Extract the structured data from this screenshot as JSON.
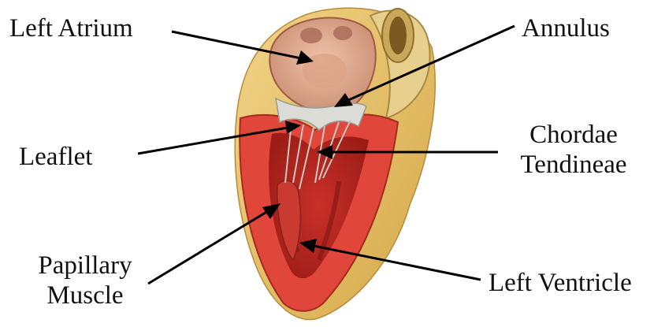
{
  "labels": {
    "left_atrium": "Left Atrium",
    "annulus": "Annulus",
    "leaflet": "Leaflet",
    "chordae_line1": "Chordae",
    "chordae_line2": "Tendineae",
    "papillary_line1": "Papillary",
    "papillary_line2": "Muscle",
    "left_ventricle": "Left Ventricle"
  },
  "colors": {
    "background": "#ffffff",
    "text": "#111111",
    "arrow": "#000000",
    "myocardium": "#e0463a",
    "myocardium_light": "#f0836f",
    "cavity": "#b8251c",
    "atrium": "#e8b49a",
    "fat": "#e9c46a",
    "aorta": "#e7cf8e",
    "valve": "#d7d7d2"
  }
}
